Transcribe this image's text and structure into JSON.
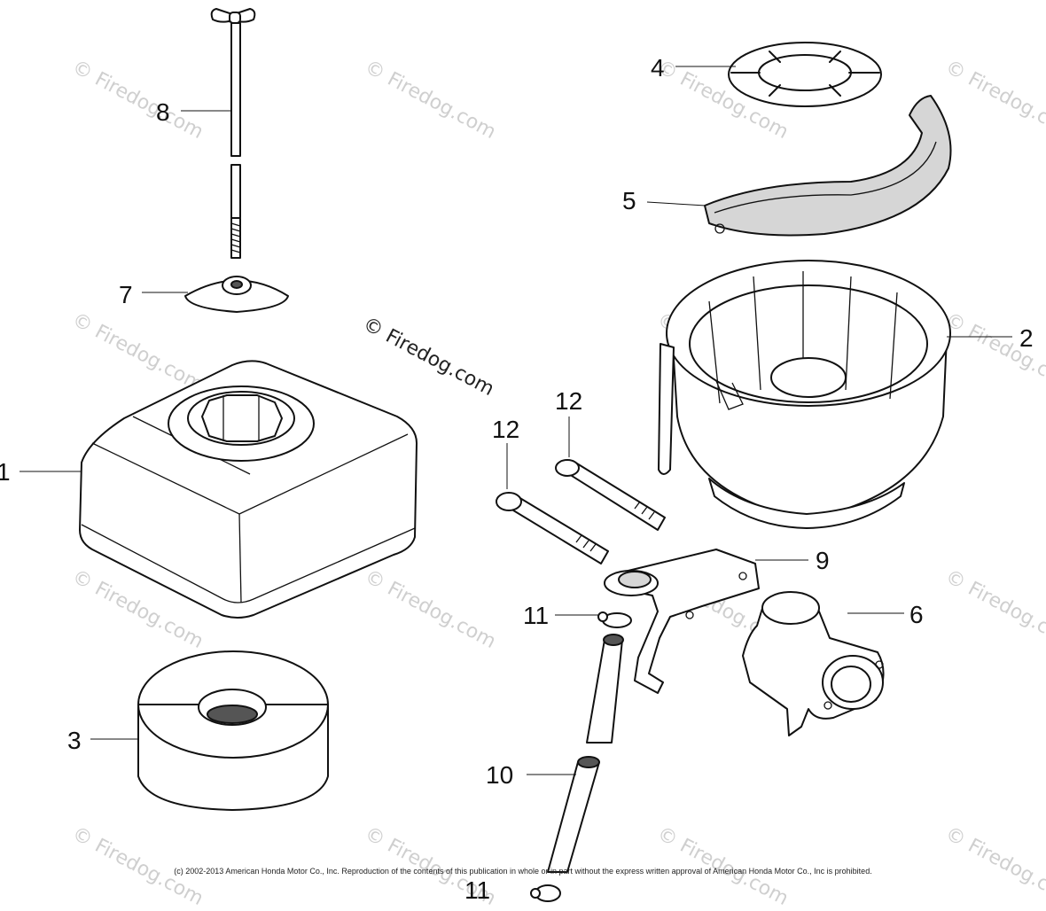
{
  "watermark": "© Firedog.com",
  "callouts": {
    "p1": "1",
    "p2": "2",
    "p3": "3",
    "p4": "4",
    "p5": "5",
    "p6": "6",
    "p7": "7",
    "p8": "8",
    "p9": "9",
    "p10": "10",
    "p11a": "11",
    "p11b": "11",
    "p12a": "12",
    "p12b": "12"
  },
  "copyright": "(c) 2002-2013 American Honda Motor Co., Inc. Reproduction of the contents of this publication in whole or in part without the express written approval of American Honda Motor Co., Inc is prohibited."
}
